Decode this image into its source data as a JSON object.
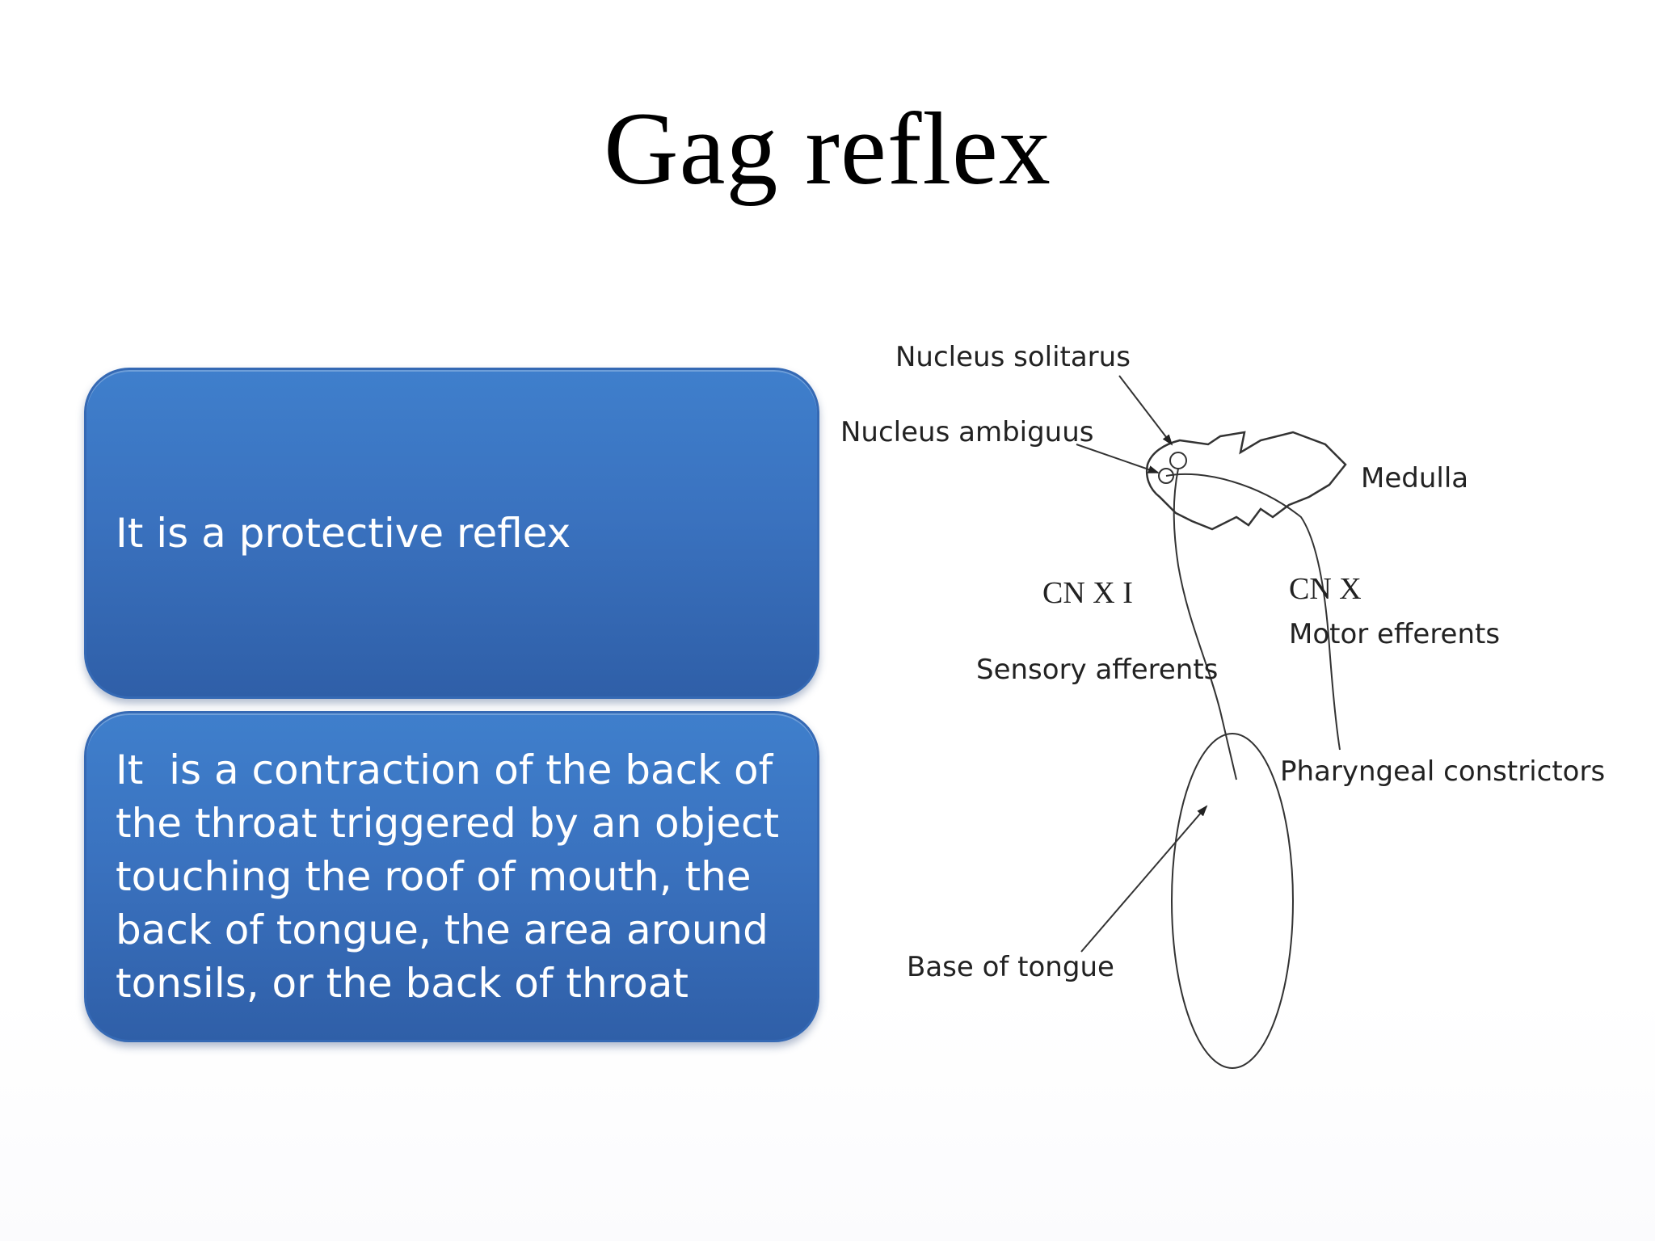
{
  "slide": {
    "title": "Gag reflex",
    "box1_text": "It is a protective reflex",
    "box2_text": "It  is a contraction of the back of the throat triggered by an object touching the roof of mouth, the back of tongue, the area around tonsils, or the back of throat"
  },
  "diagram": {
    "labels": {
      "nucleus_solitarus": "Nucleus solitarus",
      "nucleus_ambiguus": "Nucleus ambiguus",
      "medulla": "Medulla",
      "cn_xi": "CN  X I",
      "cn_x": "CN  X",
      "motor_efferents": "Motor efferents",
      "sensory_afferents": "Sensory afferents",
      "pharyngeal_constrictors": "Pharyngeal constrictors",
      "base_of_tongue": "Base of tongue"
    }
  },
  "colors": {
    "box_fill": "#3a72bf",
    "box_text": "#ffffff",
    "line": "#333333"
  }
}
